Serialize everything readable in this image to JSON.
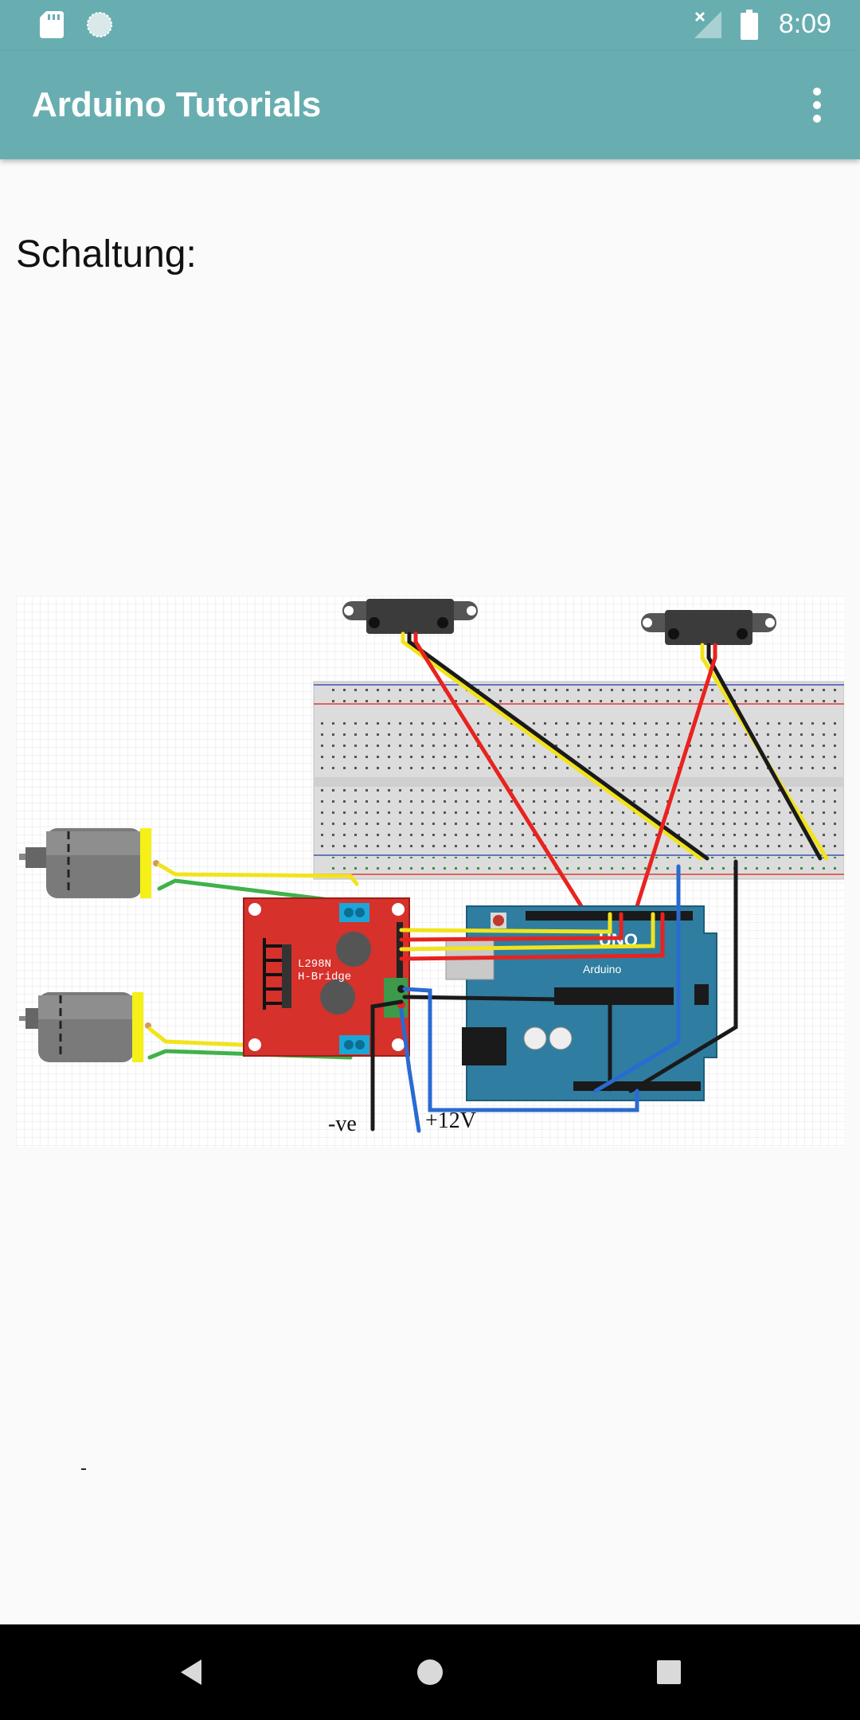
{
  "status_bar": {
    "time": "8:09",
    "icons": [
      "sd-card-icon",
      "sync-icon",
      "signal-off-icon",
      "battery-icon"
    ]
  },
  "app_bar": {
    "title": "Arduino Tutorials",
    "menu_icon": "more-vert-icon"
  },
  "content": {
    "heading": "Schaltung:",
    "diagram": {
      "h_bridge_label_1": "L298N",
      "h_bridge_label_2": "H-Bridge",
      "board_label": "Arduino",
      "board_model": "UNO",
      "label_negative": "-ve",
      "label_positive": "+12V"
    }
  },
  "nav_bar": {
    "buttons": [
      "back-icon",
      "home-icon",
      "recents-icon"
    ]
  },
  "colors": {
    "toolbar": "#68aeb1",
    "background": "#fafafa",
    "wire_red": "#e8231f",
    "wire_yellow": "#f2e31b",
    "wire_black": "#1a1a1a",
    "wire_blue": "#2a6bd1",
    "wire_green": "#3fb24a",
    "h_bridge": "#d6312b",
    "arduino": "#2f7da1"
  }
}
